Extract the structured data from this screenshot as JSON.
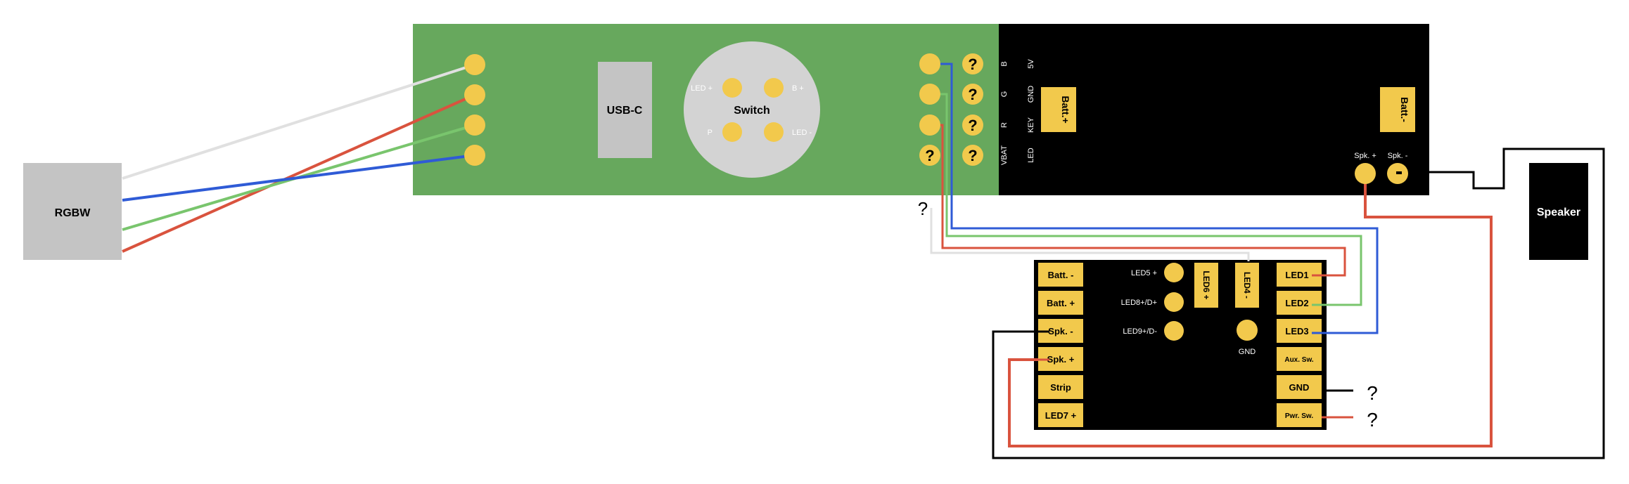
{
  "colors": {
    "green_board": "#67a85d",
    "black_board": "#000000",
    "pad": "#f2c94c",
    "grey_block": "#c4c4c4",
    "switch_circle": "#d3d3d3",
    "wire_white": "#e0e0e0",
    "wire_red": "#d9533e",
    "wire_green": "#79c56d",
    "wire_blue": "#2f5bd6",
    "wire_black": "#000000"
  },
  "rgbw": {
    "label": "RGBW"
  },
  "main_board": {
    "usbc_label": "USB-C",
    "switch": {
      "title": "Switch",
      "pads": [
        "LED +",
        "B +",
        "P",
        "LED -"
      ]
    },
    "color_pads": {
      "unknown_mark": "?",
      "labels": [
        "B",
        "G",
        "R",
        "VBAT"
      ]
    },
    "power_pads": {
      "labels": [
        "5V",
        "GND",
        "KEY",
        "LED"
      ]
    },
    "batt_plus": "Batt.+",
    "batt_minus": "Batt.-",
    "spk_plus": "Spk. +",
    "spk_minus": "Spk. -"
  },
  "speaker": {
    "label": "Speaker"
  },
  "sound_board": {
    "left_pads": [
      "Batt. -",
      "Batt. +",
      "Spk. -",
      "Spk. +",
      "Strip",
      "LED7 +"
    ],
    "right_pads": [
      "LED1",
      "LED2",
      "LED3",
      "Aux. Sw.",
      "GND",
      "Pwr. Sw."
    ],
    "small_pads": [
      "LED5 +",
      "LED8+/D+",
      "LED9+/D-"
    ],
    "vertical_pads": [
      "LED6 +",
      "LED4 -"
    ],
    "gnd_label": "GND"
  },
  "annotations": {
    "white_wire_unknown": "?",
    "gnd_unknown": "?",
    "pwr_unknown": "?"
  }
}
